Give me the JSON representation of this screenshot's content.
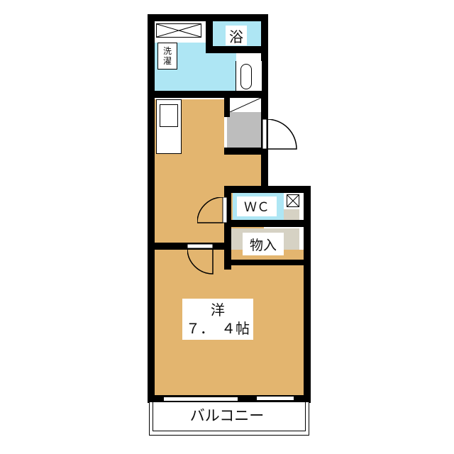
{
  "floorplan": {
    "colors": {
      "wall": "#000000",
      "wet_area": "#aee6f4",
      "floor_wood": "#e3b56f",
      "closet": "#bdbdbd",
      "storage": "#d6d2c4",
      "background": "#ffffff"
    },
    "rooms": {
      "bath": {
        "label": "浴"
      },
      "washer": {
        "label_line1": "洗",
        "label_line2": "濯"
      },
      "wc": {
        "label": "ＷＣ"
      },
      "storage": {
        "label": "物入"
      },
      "western_room": {
        "label_line1": "洋",
        "label_line2": "７．　４帖"
      },
      "balcony": {
        "label": "バルコニー"
      }
    }
  }
}
